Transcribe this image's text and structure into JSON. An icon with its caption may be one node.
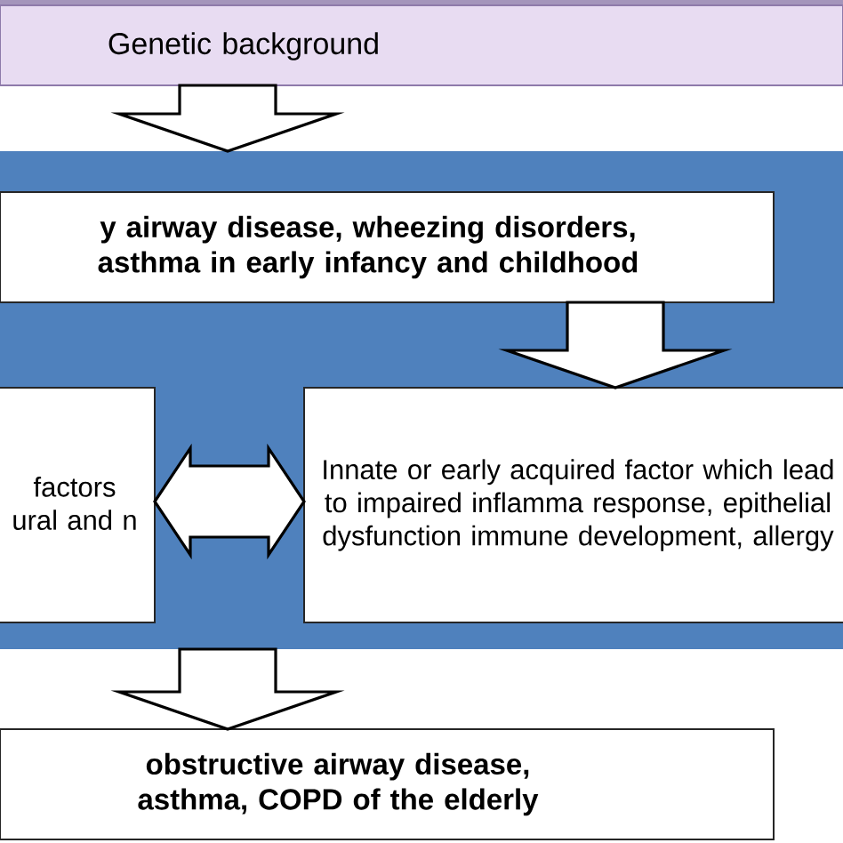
{
  "diagram": {
    "nodes": [
      {
        "text": [
          "Genetic background"
        ]
      },
      {
        "text": [],
        "shape": "box"
      },
      {
        "text": [
          "y airway disease, wheezing disorders, asthma in early infancy and childhood"
        ],
        "in": 1
      },
      {
        "text": [
          "factors ural and n"
        ],
        "in": 1
      },
      {
        "text": [
          "Innate or early acquired factor which lead to impaired inflamma response, epithelial dysfunction immune development, allergy"
        ],
        "in": 1
      },
      {
        "text": [
          "obstructive airway disease, asthma, COPD of the elderly"
        ]
      }
    ],
    "edges": [
      {
        "from": 0,
        "to": 1,
        "arrow": "to"
      },
      {
        "from": 2,
        "to": 4,
        "arrow": "to"
      },
      {
        "from": 3,
        "to": 4,
        "arrow": "both"
      },
      {
        "from": 1,
        "to": 5,
        "arrow": "to"
      }
    ]
  }
}
